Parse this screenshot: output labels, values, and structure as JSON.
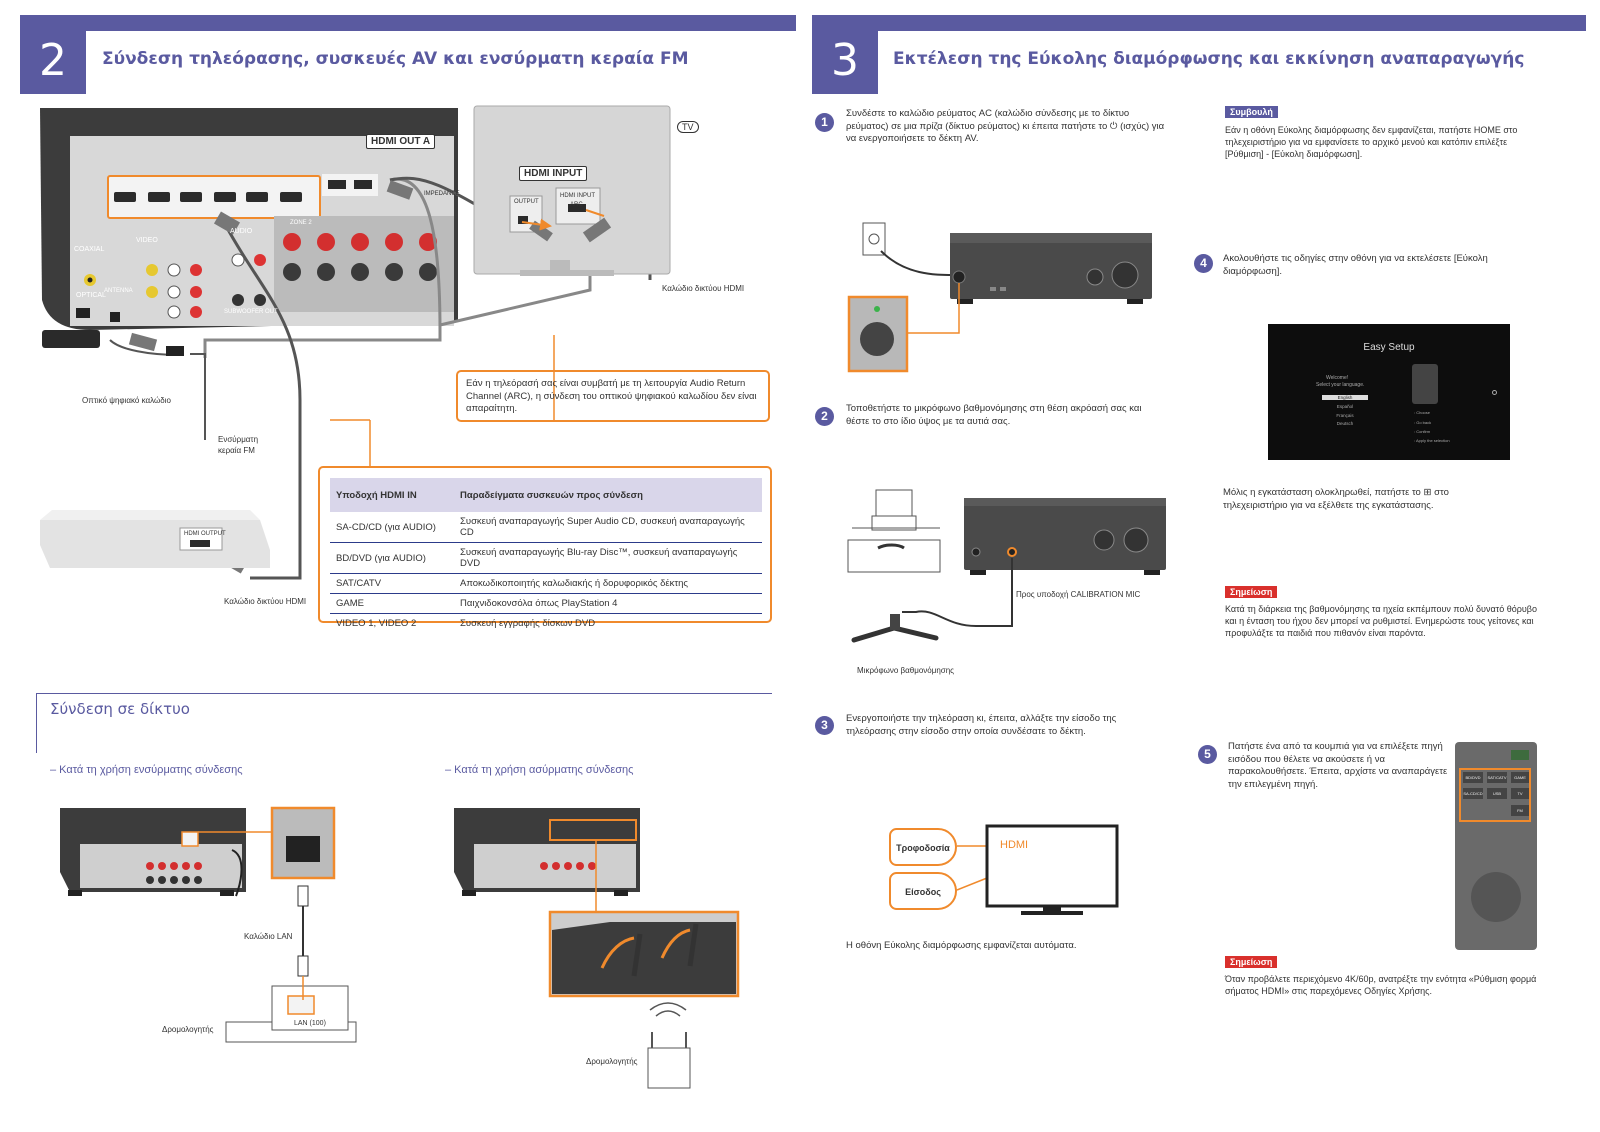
{
  "section2": {
    "number": "2",
    "title": "Σύνδεση τηλεόρασης, συσκευές AV και ενσύρματη κεραία FM",
    "callouts": {
      "hdmi_out_a": "HDMI OUT A",
      "hdmi_input": "HDMI INPUT",
      "tv_badge": "TV",
      "hdmi_output": "HDMI OUTPUT",
      "hdmi_input_small": "HDMI INPUT",
      "arc": "ARC",
      "output": "OUTPUT",
      "coaxial": "COAXIAL",
      "optical": "OPTICAL",
      "antenna": "ANTENNA",
      "video": "VIDEO",
      "audio": "AUDIO",
      "subwoofer_out": "SUBWOOFER OUT",
      "impedance": "IMPEDANCE",
      "zone2": "ZONE 2"
    },
    "labels": {
      "hdmi_cable_tv": "Καλώδιο δικτύου HDMI",
      "optical_cable": "Οπτικό ψηφιακό καλώδιο",
      "fm_antenna": "Ενσύρματη κεραία FM",
      "hdmi_cable_device": "Καλώδιο δικτύου HDMI"
    },
    "arc_note": "Εάν η τηλεόρασή σας είναι συμβατή με τη λειτουργία Audio Return Channel (ARC), η σύνδεση του οπτικού ψηφιακού καλωδίου δεν είναι απαραίτητη.",
    "table": {
      "headers": [
        "Υποδοχή HDMI IN",
        "Παραδείγματα συσκευών προς σύνδεση"
      ],
      "rows": [
        [
          "SA-CD/CD (για AUDIO)",
          "Συσκευή αναπαραγωγής Super Audio CD, συσκευή αναπαραγωγής CD"
        ],
        [
          "BD/DVD (για AUDIO)",
          "Συσκευή αναπαραγωγής Blu-ray Disc™, συσκευή αναπαραγωγής DVD"
        ],
        [
          "SAT/CATV",
          "Αποκωδικοποιητής καλωδιακής ή δορυφορικός δέκτης"
        ],
        [
          "GAME",
          "Παιχνιδοκονσόλα όπως PlayStation 4"
        ],
        [
          "VIDEO 1, VIDEO 2",
          "Συσκευή εγγραφής δίσκων DVD"
        ]
      ]
    }
  },
  "network": {
    "title": "Σύνδεση σε δίκτυο",
    "wired": "– Κατά τη χρήση ενσύρματης σύνδεσης",
    "wireless": "– Κατά τη χρήση ασύρματης σύνδεσης",
    "lan_cable": "Καλώδιο LAN",
    "router": "Δρομολογητής",
    "lan_port": "LAN (100)",
    "router2": "Δρομολογητής"
  },
  "section3": {
    "number": "3",
    "title": "Εκτέλεση της Εύκολης διαμόρφωσης και εκκίνηση αναπαραγωγής",
    "steps": [
      {
        "n": "1",
        "text": "Συνδέστε το καλώδιο ρεύματος AC (καλώδιο σύνδεσης με το δίκτυο ρεύματος) σε μια πρίζα (δίκτυο ρεύματος) κι έπειτα πατήστε το ⏻ (ισχύς) για να ενεργοποιήσετε το δέκτη AV."
      },
      {
        "n": "2",
        "text": "Τοποθετήστε το μικρόφωνο βαθμονόμησης στη θέση ακρόασή σας και θέστε το στο ίδιο ύψος με τα αυτιά σας."
      },
      {
        "n": "3",
        "text": "Ενεργοποιήστε την τηλεόραση κι, έπειτα, αλλάξτε την είσοδο της τηλεόρασης στην είσοδο στην οποία συνδέσατε το δέκτη."
      },
      {
        "n": "4",
        "text": "Ακολουθήστε τις οδηγίες στην οθόνη για να εκτελέσετε [Εύκολη διαμόρφωση]."
      },
      {
        "n": "5",
        "text": "Πατήστε ένα από τα κουμπιά για να επιλέξετε πηγή εισόδου που θέλετε να ακούσετε ή να παρακολουθήσετε. Έπειτα, αρχίστε να αναπαράγετε την επιλεγμένη πηγή."
      }
    ],
    "mic_port": "Προς υποδοχή CALIBRATION MIC",
    "mic": "Μικρόφωνο βαθμονόμησης",
    "power": "Τροφοδοσία",
    "input": "Είσοδος",
    "hdmi_screen": "HDMI",
    "auto_text": "Η οθόνη Εύκολης διαμόρφωσης εμφανίζεται αυτόματα.",
    "tip_tag": "Συμβουλή",
    "tip_text": "Εάν η οθόνη Εύκολης διαμόρφωσης δεν εμφανίζεται, πατήστε HOME στο τηλεχειριστήριο για να εμφανίσετε το αρχικό μενού και κατόπιν επιλέξτε [Ρύθμιση] - [Εύκολη διαμόρφωση].",
    "after_setup": "Μόλις η εγκατάσταση ολοκληρωθεί, πατήστε το ⊞ στο τηλεχειριστήριο για να εξέλθετε της εγκατάστασης.",
    "note_tag": "Σημείωση",
    "note1": "Κατά τη διάρκεια της βαθμονόμησης τα ηχεία εκπέμπουν πολύ δυνατό θόρυβο και η ένταση του ήχου δεν μπορεί να ρυθμιστεί. Ενημερώστε τους γείτονες και προφυλάξτε τα παιδιά που πιθανόν είναι παρόντα.",
    "note2_tag": "Σημείωση",
    "note2": "Όταν προβάλετε περιεχόμενο 4K/60p, ανατρέξτε την ενότητα «Ρύθμιση φορμά σήματος HDMI» στις παρεχόμενες Οδηγίες Χρήσης.",
    "easy_setup": {
      "title": "Easy Setup",
      "welcome": "Welcome!",
      "select_lang": "Select your language.",
      "langs": [
        "English",
        "Español",
        "Français",
        "Deutsch"
      ],
      "hints": [
        ": Choose",
        ": Go back",
        ": Confirm",
        ": Apply the selection"
      ]
    },
    "remote": {
      "buttons": [
        "BD/DVD",
        "SAT/CATV",
        "GAME",
        "SA-CD/CD",
        "USB",
        "TV",
        "FM"
      ]
    }
  }
}
